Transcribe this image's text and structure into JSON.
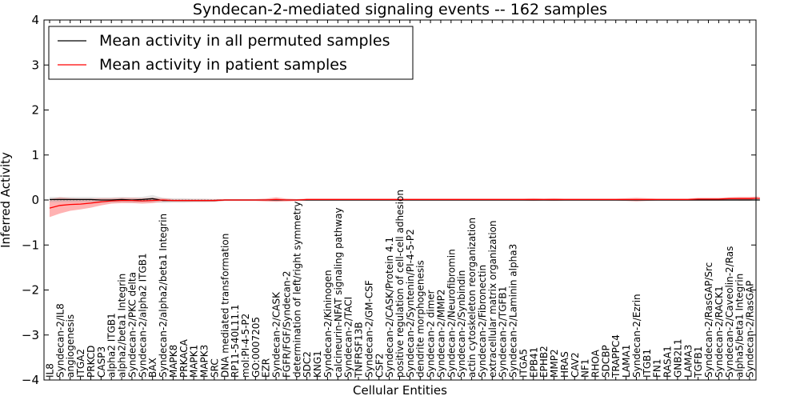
{
  "chart_data": {
    "type": "line",
    "title": "Syndecan-2-mediated signaling events -- 162 samples",
    "xlabel": "Cellular Entities",
    "ylabel": "Inferred Activity",
    "ylim": [
      -4,
      4
    ],
    "yticks": [
      -4,
      -3,
      -2,
      -1,
      0,
      1,
      2,
      3,
      4
    ],
    "ytick_labels": [
      "−4",
      "−3",
      "−2",
      "−1",
      "0",
      "1",
      "2",
      "3",
      "4"
    ],
    "grid": false,
    "legend_position": "top-left",
    "categories": [
      "IL8",
      "Syndecan-2/IL8",
      "angiogenesis",
      "ITGA2",
      "PRKCD",
      "CASP3",
      "alpha2 ITGB1",
      "alpha2/beta1 Integrin",
      "Syndecan-2/PKC delta",
      "Syndecan-2/alpha2 ITGB1",
      "BAX",
      "Syndecan-2/alpha2/beta1 Integrin",
      "MAPK8",
      "PRKACA",
      "MAPK1",
      "MAPK3",
      "SRC",
      "DNA mediated transformation",
      "RP11-540L11.1",
      "mol:PI-4-5-P2",
      "GO:0007205",
      "EZR",
      "Syndecan-2/CASK",
      "FGFR/FGF/Syndecan-2",
      "determination of left/right symmetry",
      "SDC2",
      "KNG1",
      "Syndecan-2/Kininogen",
      "calcineurin-NFAT signaling pathway",
      "Syndecan-2/TACI",
      "TNFRSF13B",
      "Syndecan-2/GM-CSF",
      "CSF2",
      "Syndecan-2/CASK/Protein 4.1",
      "positive regulation of cell-cell adhesion",
      "Syndecan-2/Syntenin/PI-4-5-P2",
      "dendrite morphogenesis",
      "Syndecan-2 dimer",
      "Syndecan-2/MMP2",
      "Syndecan-2/Neurofibromin",
      "Syndecan-2/Synbindin",
      "actin cytoskeleton reorganization",
      "Syndecan-2/Fibronectin",
      "extracellular matrix organization",
      "Syndecan-2/TGFB1",
      "Syndecan-2/Laminin alpha3",
      "ITGA5",
      "EPB41",
      "EPHB2",
      "MMP2",
      "HRAS",
      "CAV2",
      "NF1",
      "RHOA",
      "SDCBP",
      "TRAPPC4",
      "LAMA1",
      "Syndecan-2/Ezrin",
      "ITGB1",
      "FN1",
      "RASA1",
      "GNB2L1",
      "LAMA3",
      "TGFB1",
      "Syndecan-2/RasGAP/Src",
      "Syndecan-2/RACK1",
      "Syndecan-2/Caveolin-2/Ras",
      "alpha5/beta1 Integrin",
      "Syndecan-2/RasGAP"
    ],
    "series": [
      {
        "name": "Mean activity in all permuted samples",
        "color": "#000000",
        "values": [
          0.01,
          0.01,
          0.01,
          0.01,
          0.01,
          0.0,
          0.0,
          0.01,
          0.0,
          0.01,
          0.03,
          -0.01,
          -0.01,
          -0.01,
          -0.01,
          -0.01,
          -0.01,
          0.0,
          0.0,
          0.0,
          0.0,
          0.0,
          0.0,
          0.0,
          0.0,
          0.0,
          0.0,
          0.0,
          0.0,
          0.0,
          0.0,
          0.0,
          0.0,
          0.0,
          0.0,
          0.0,
          0.0,
          0.0,
          0.0,
          0.0,
          0.0,
          0.0,
          0.0,
          0.0,
          0.0,
          0.0,
          0.0,
          0.0,
          0.0,
          0.0,
          0.0,
          0.0,
          0.0,
          0.0,
          0.0,
          0.0,
          0.0,
          0.0,
          0.0,
          0.0,
          0.0,
          0.0,
          0.0,
          0.0,
          0.0,
          0.0,
          0.0,
          0.0,
          0.0,
          0.0
        ],
        "band": [
          0.06,
          0.06,
          0.06,
          0.06,
          0.06,
          0.06,
          0.06,
          0.06,
          0.06,
          0.06,
          0.08,
          0.06,
          0.05,
          0.05,
          0.04,
          0.04,
          0.03,
          0.02,
          0.02,
          0.02,
          0.02,
          0.02,
          0.02,
          0.02,
          0.02,
          0.02,
          0.02,
          0.02,
          0.02,
          0.02,
          0.02,
          0.02,
          0.02,
          0.02,
          0.02,
          0.02,
          0.02,
          0.02,
          0.02,
          0.02,
          0.02,
          0.02,
          0.02,
          0.02,
          0.02,
          0.02,
          0.02,
          0.02,
          0.02,
          0.02,
          0.02,
          0.02,
          0.02,
          0.02,
          0.02,
          0.02,
          0.02,
          0.02,
          0.02,
          0.02,
          0.02,
          0.02,
          0.02,
          0.02,
          0.02,
          0.02,
          0.02,
          0.02,
          0.02,
          0.02
        ]
      },
      {
        "name": "Mean activity in patient samples",
        "color": "#ff0000",
        "values": [
          -0.18,
          -0.12,
          -0.1,
          -0.09,
          -0.07,
          -0.04,
          -0.02,
          -0.01,
          -0.01,
          -0.02,
          -0.01,
          0.0,
          -0.01,
          -0.01,
          -0.01,
          -0.01,
          -0.01,
          0.0,
          0.0,
          0.0,
          0.0,
          0.0,
          0.01,
          0.0,
          0.0,
          0.01,
          0.01,
          0.01,
          0.01,
          0.01,
          0.01,
          0.01,
          0.01,
          0.01,
          0.01,
          0.01,
          0.01,
          0.01,
          0.01,
          0.01,
          0.01,
          0.01,
          0.01,
          0.01,
          0.01,
          0.01,
          0.01,
          0.01,
          0.01,
          0.01,
          0.01,
          0.01,
          0.01,
          0.01,
          0.01,
          0.01,
          0.01,
          0.01,
          0.01,
          0.01,
          0.01,
          0.01,
          0.01,
          0.02,
          0.02,
          0.02,
          0.03,
          0.03,
          0.03,
          0.04
        ],
        "band": [
          0.2,
          0.18,
          0.14,
          0.12,
          0.1,
          0.08,
          0.06,
          0.06,
          0.06,
          0.06,
          0.06,
          0.04,
          0.03,
          0.03,
          0.03,
          0.03,
          0.03,
          0.02,
          0.02,
          0.02,
          0.02,
          0.03,
          0.05,
          0.03,
          0.02,
          0.02,
          0.02,
          0.02,
          0.02,
          0.02,
          0.02,
          0.02,
          0.02,
          0.02,
          0.02,
          0.02,
          0.02,
          0.02,
          0.02,
          0.02,
          0.02,
          0.02,
          0.02,
          0.02,
          0.02,
          0.02,
          0.02,
          0.03,
          0.02,
          0.03,
          0.02,
          0.02,
          0.02,
          0.02,
          0.02,
          0.02,
          0.03,
          0.04,
          0.03,
          0.02,
          0.02,
          0.02,
          0.02,
          0.03,
          0.03,
          0.03,
          0.03,
          0.04,
          0.04,
          0.04
        ]
      }
    ]
  }
}
